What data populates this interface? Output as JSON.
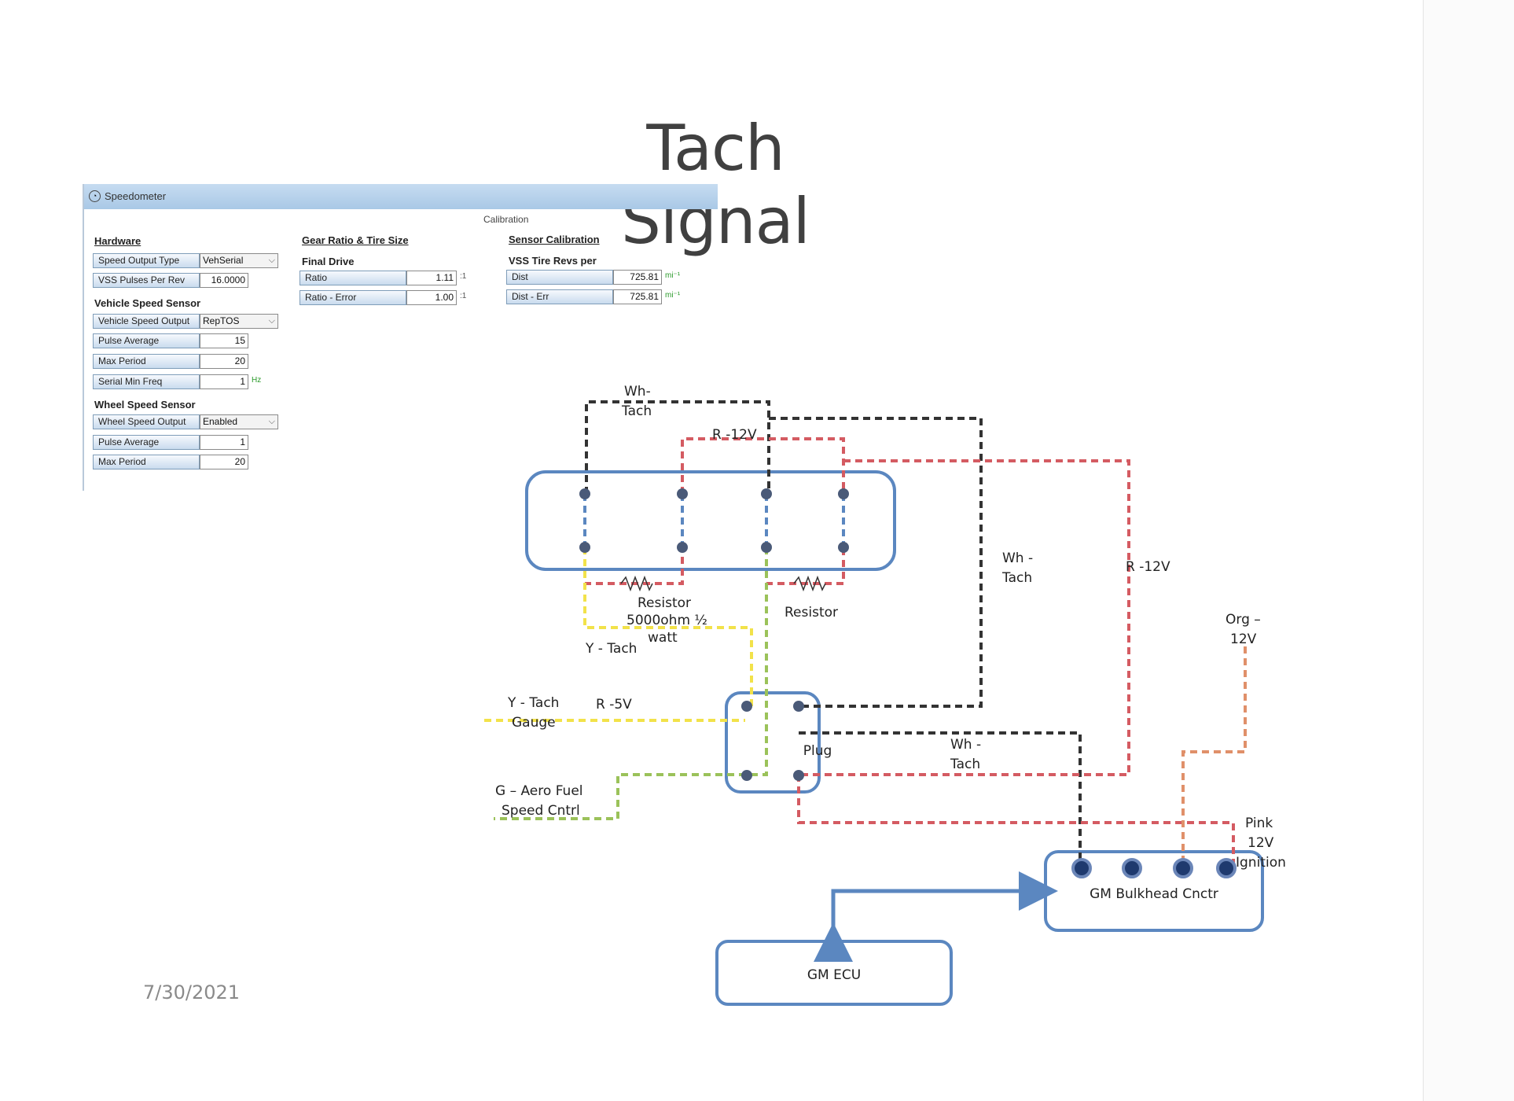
{
  "title": "Tach Signal",
  "date": "7/30/2021",
  "panel": {
    "title": "Speedometer",
    "calibration_label": "Calibration",
    "hardware": {
      "heading": "Hardware",
      "speed_output_type": {
        "label": "Speed Output Type",
        "value": "VehSerial"
      },
      "vss_pulses": {
        "label": "VSS Pulses Per Rev",
        "value": "16.0000"
      }
    },
    "vehicle_speed_sensor": {
      "heading": "Vehicle Speed Sensor",
      "output": {
        "label": "Vehicle Speed Output",
        "value": "RepTOS"
      },
      "pulse_average": {
        "label": "Pulse Average",
        "value": "15"
      },
      "max_period": {
        "label": "Max Period",
        "value": "20"
      },
      "serial_min_freq": {
        "label": "Serial Min Freq",
        "value": "1",
        "unit": "Hz"
      }
    },
    "wheel_speed_sensor": {
      "heading": "Wheel Speed Sensor",
      "output": {
        "label": "Wheel Speed Output",
        "value": "Enabled"
      },
      "pulse_average": {
        "label": "Pulse Average",
        "value": "1"
      },
      "max_period": {
        "label": "Max Period",
        "value": "20"
      }
    },
    "gear_ratio": {
      "heading": "Gear Ratio & Tire Size",
      "sub": "Final Drive",
      "ratio": {
        "label": "Ratio",
        "value": "1.11",
        "unit": ":1"
      },
      "ratio_error": {
        "label": "Ratio - Error",
        "value": "1.00",
        "unit": ":1"
      }
    },
    "sensor_calibration": {
      "heading": "Sensor Calibration",
      "sub": "VSS Tire Revs per",
      "dist": {
        "label": "Dist",
        "value": "725.81",
        "unit": "mi⁻¹"
      },
      "dist_err": {
        "label": "Dist - Err",
        "value": "725.81",
        "unit": "mi⁻¹"
      }
    }
  },
  "diagram": {
    "colors": {
      "box": "#5b87c0",
      "black": "#333333",
      "red": "#d45b62",
      "yellow": "#f2e24a",
      "green": "#9bc25a",
      "orange": "#e0906a",
      "blue_dash": "#5b87c0"
    },
    "plug_label": "Plug",
    "bulkhead_label": "GM Bulkhead Cnctr",
    "ecu_label": "GM ECU",
    "wh_tach_top": [
      "Wh-",
      "Tach"
    ],
    "r12v_top": "R -12V",
    "wh_tach_mid": [
      "Wh -",
      "Tach"
    ],
    "r12v_right": "R -12V",
    "org12v": [
      "Org –",
      "12V"
    ],
    "resistor1": [
      "Resistor",
      "5000ohm ½",
      "watt"
    ],
    "resistor2": "Resistor",
    "y_tach": "Y - Tach",
    "y_tach_gauge": [
      "Y - Tach",
      "Gauge"
    ],
    "r5v": "R -5V",
    "g_aero": [
      "G – Aero Fuel",
      "Speed Cntrl"
    ],
    "wh_tach_low": [
      "Wh -",
      "Tach"
    ],
    "pink": [
      "Pink",
      "12V",
      "Ignition"
    ]
  }
}
